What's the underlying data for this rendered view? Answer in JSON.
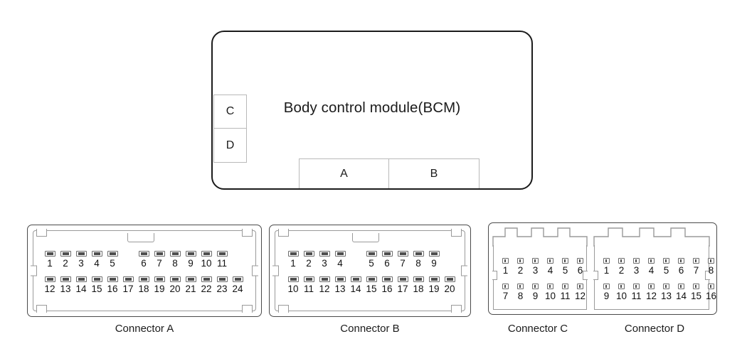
{
  "diagram": {
    "module": {
      "title": "Body control module(BCM)",
      "side_tabs": [
        {
          "label": "C"
        },
        {
          "label": "D"
        }
      ],
      "bottom_tabs": [
        {
          "label": "A"
        },
        {
          "label": "B"
        }
      ]
    },
    "connectors": [
      {
        "id": "a",
        "caption": "Connector A",
        "pin_count": 24,
        "pin_style": "wide-slot",
        "rows": [
          {
            "pins": [
              "1",
              "2",
              "3",
              "4",
              "5",
              "",
              "6",
              "7",
              "8",
              "9",
              "10",
              "11"
            ]
          },
          {
            "pins": [
              "12",
              "13",
              "14",
              "15",
              "16",
              "17",
              "18",
              "19",
              "20",
              "21",
              "22",
              "23",
              "24"
            ]
          }
        ]
      },
      {
        "id": "b",
        "caption": "Connector B",
        "pin_count": 20,
        "pin_style": "wide-slot",
        "rows": [
          {
            "pins": [
              "1",
              "2",
              "3",
              "4",
              "",
              "5",
              "6",
              "7",
              "8",
              "9"
            ]
          },
          {
            "pins": [
              "10",
              "11",
              "12",
              "13",
              "14",
              "15",
              "16",
              "17",
              "18",
              "19",
              "20"
            ]
          }
        ]
      },
      {
        "id": "c",
        "caption": "Connector C",
        "pin_count": 12,
        "pin_style": "square-slot",
        "crenellations": 4,
        "rows": [
          {
            "pins": [
              "1",
              "2",
              "3",
              "4",
              "5",
              "6"
            ]
          },
          {
            "pins": [
              "7",
              "8",
              "9",
              "10",
              "11",
              "12"
            ]
          }
        ]
      },
      {
        "id": "d",
        "caption": "Connector D",
        "pin_count": 16,
        "pin_style": "square-slot",
        "crenellations": 4,
        "rows": [
          {
            "pins": [
              "1",
              "2",
              "3",
              "4",
              "5",
              "6",
              "7",
              "8"
            ]
          },
          {
            "pins": [
              "9",
              "10",
              "11",
              "12",
              "13",
              "14",
              "15",
              "16"
            ]
          }
        ]
      }
    ],
    "colors": {
      "outline": "#1b1b1b",
      "shell_outline": "#4a4a4a",
      "inner_outline": "#9a9a9a",
      "pin_outline": "#6d6d6d",
      "pin_fill": "#4d4d4d",
      "background": "#ffffff"
    }
  }
}
